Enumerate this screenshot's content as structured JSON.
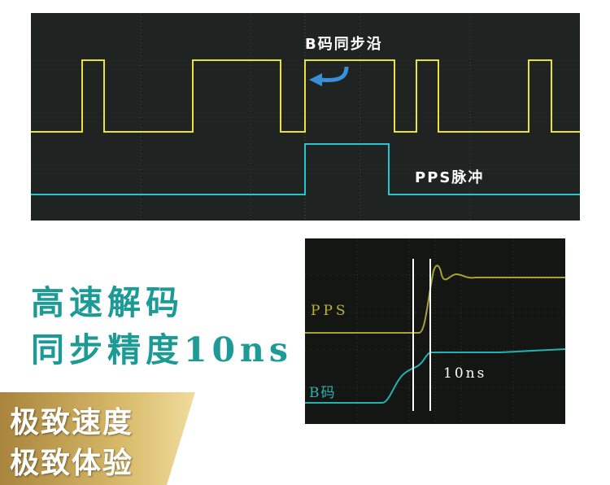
{
  "top_scope": {
    "edge_label": "B码同步沿",
    "pps_label": "PPS脉冲",
    "colors": {
      "b_code": "#e8e23a",
      "pps": "#26c6d0",
      "grid": "#3c4441",
      "arrow": "#3a8fd8"
    }
  },
  "bottom_scope": {
    "pps_label": "PPS",
    "b_code_label": "B码",
    "delta_label": "10ns",
    "colors": {
      "pps": "#a7a236",
      "b_code": "#23b2b2",
      "marker": "#ffffff"
    }
  },
  "headline": {
    "line1": "高速解码",
    "line2": "同步精度10ns",
    "color": "#1c9a96"
  },
  "banner": {
    "line1": "极致速度",
    "line2": "极致体验",
    "color": "#c9a95c"
  }
}
